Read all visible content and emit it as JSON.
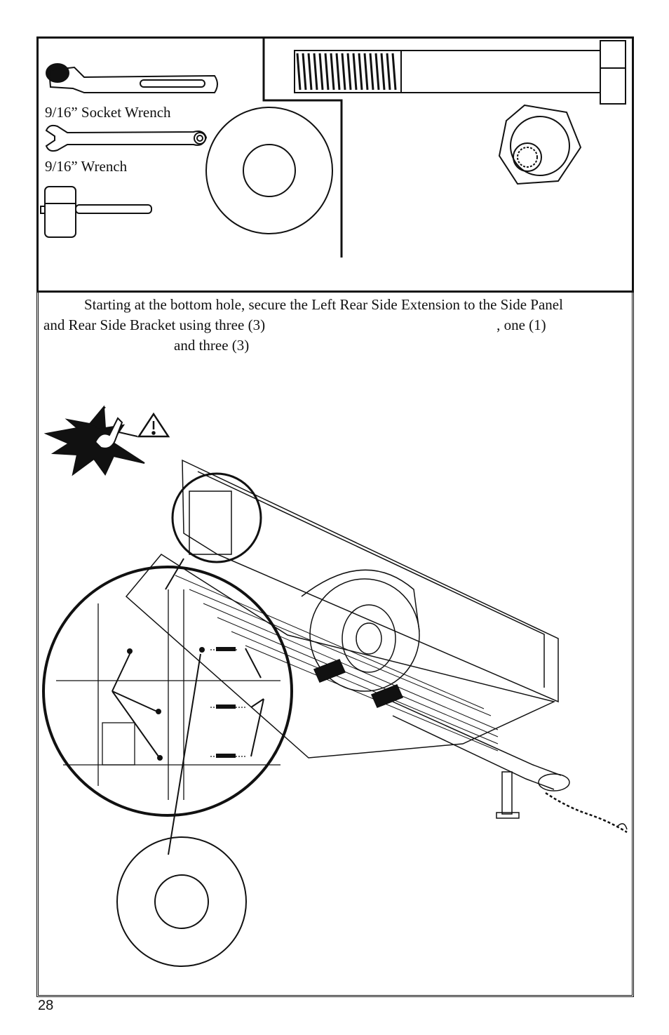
{
  "tools": {
    "socket_wrench_label": "9/16” Socket Wrench",
    "wrench_label": "9/16” Wrench"
  },
  "instruction": {
    "line1": "Starting at the bottom hole, secure the Left Rear Side Extension to the Side Panel",
    "line2_a": "and Rear Side Bracket using three (3)",
    "line2_b": ", one (1)",
    "line3": "and three (3)"
  },
  "page_number": "28",
  "icons": {
    "warning": "warning-triangle-icon",
    "hazard": "hand-impact-hazard-icon"
  }
}
